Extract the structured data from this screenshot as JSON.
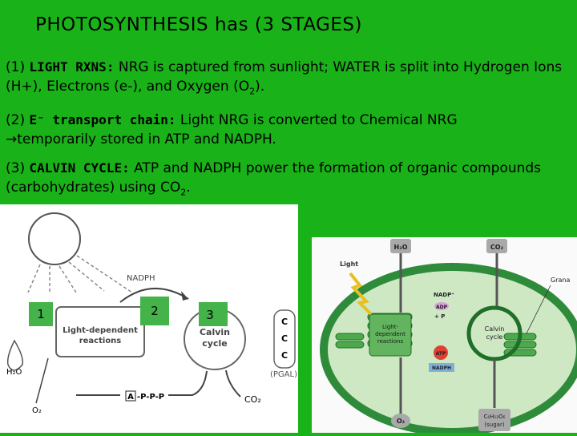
{
  "title": "PHOTOSYNTHESIS  has (3 STAGES)",
  "stages": [
    {
      "label": "(1) ",
      "name": "LIGHT RXNS:",
      "text_a": " NRG is captured from sunlight; WATER is split into Hydrogen Ions (H+), Electrons (e-), and Oxygen (O",
      "sub": "2",
      "text_b": ")."
    },
    {
      "label": "(2) ",
      "name": "E⁻  transport chain:",
      "text_a": " Light NRG is converted to Chemical NRG ",
      "arrow": "→",
      "text_b": "temporarily stored in ATP and NADPH."
    },
    {
      "label": "(3) ",
      "name": "CALVIN CYCLE:",
      "text_a": " ATP and NADPH power the formation of organic compounds (carbohydrates) using CO",
      "sub": "2",
      "text_b": "."
    }
  ],
  "diagram_left": {
    "box1": "1",
    "box2": "2",
    "box3": "3",
    "nadph": "NADPH",
    "light_dependent_1": "Light-dependent",
    "light_dependent_2": "reactions",
    "calvin_1": "Calvin",
    "calvin_2": "cycle",
    "h2o": "H₂O",
    "o2": "O₂",
    "atp": "A",
    "ppp": "-P-P-P",
    "co2": "CO₂",
    "pgal": "(PGAL)",
    "c1": "C",
    "c2": "C",
    "c3": "C"
  },
  "diagram_right": {
    "h2o": "H₂O",
    "co2": "CO₂",
    "light": "Light",
    "grana": "Grana",
    "nadp": "NADP⁺",
    "adp": "ADP",
    "plus_p": "+ P",
    "ld_1": "Light-",
    "ld_2": "dependent",
    "ld_3": "reactions",
    "atp": "ATP",
    "nadph": "NADPH",
    "calvin_1": "Calvin",
    "calvin_2": "cycle",
    "o2": "O₂",
    "sugar_1": "C₆H₁₂O₆",
    "sugar_2": "(sugar)"
  },
  "colors": {
    "background": "#19b219",
    "box_green": "#44b34a",
    "membrane": "#2e8b3a",
    "stroma": "#cfe8c4"
  }
}
